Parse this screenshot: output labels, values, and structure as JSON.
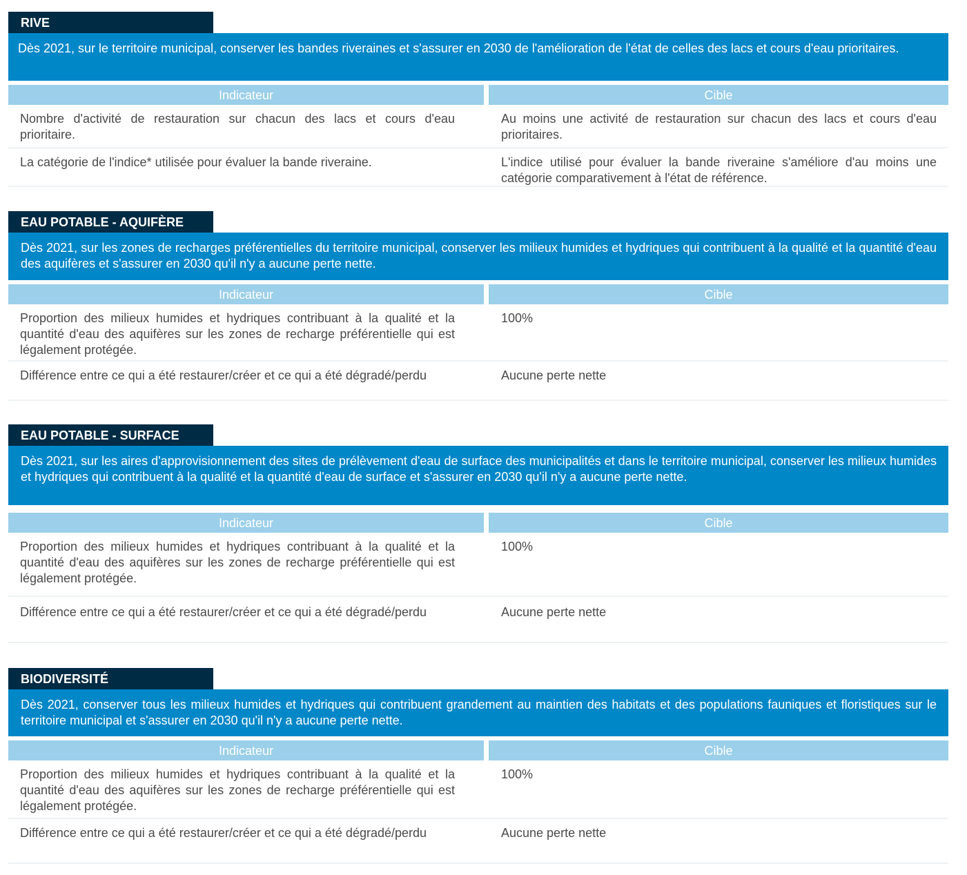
{
  "headers": {
    "indicator": "Indicateur",
    "target": "Cible"
  },
  "sections": [
    {
      "title": "RIVE",
      "objective": "Dès 2021, sur le territoire municipal, conserver les bandes riveraines et s'assurer en 2030 de l'amélioration de l'état de celles des lacs et cours d'eau prioritaires.",
      "rows": [
        {
          "indicator": "Nombre d'activité de restauration sur chacun des lacs et cours d'eau prioritaire.",
          "target": "Au moins une activité de restauration sur chacun des lacs et cours d'eau prioritaires."
        },
        {
          "indicator": "La catégorie de l'indice* utilisée pour évaluer la bande riveraine.",
          "target": "L'indice utilisé pour évaluer la bande riveraine s'améliore d'au moins une catégorie comparativement à l'état de référence."
        }
      ]
    },
    {
      "title": "EAU POTABLE - AQUIFÈRE",
      "objective": "Dès 2021, sur les zones de recharges préférentielles du territoire municipal, conserver les milieux humides et hydriques qui contribuent à la qualité et la quantité d'eau des aquifères et s'assurer en 2030 qu'il n'y a aucune perte nette.",
      "rows": [
        {
          "indicator": "Proportion des milieux humides et hydriques contribuant à la qualité et la quantité d'eau des aquifères sur les zones de recharge préférentielle qui est légalement protégée.",
          "target": "100%"
        },
        {
          "indicator": "Différence entre ce qui a été restaurer/créer et ce qui a été dégradé/perdu",
          "target": "Aucune perte nette"
        }
      ]
    },
    {
      "title": "EAU POTABLE - SURFACE",
      "objective": "Dès 2021, sur les aires d'approvisionnement des sites de prélèvement d'eau de surface des municipalités et dans le territoire municipal, conserver les milieux humides et hydriques qui contribuent à la qualité et la quantité d'eau de surface et s'assurer en 2030 qu'il n'y a aucune perte nette.",
      "rows": [
        {
          "indicator": "Proportion des milieux humides et hydriques contribuant à la qualité et la quantité d'eau des aquifères sur les zones de recharge préférentielle qui est légalement protégée.",
          "target": "100%"
        },
        {
          "indicator": "Différence entre ce qui a été restaurer/créer et ce qui a été dégradé/perdu",
          "target": "Aucune perte nette"
        }
      ]
    },
    {
      "title": "BIODIVERSITÉ",
      "objective": "Dès 2021, conserver tous les milieux humides et hydriques qui contribuent grandement au maintien des habitats et des populations fauniques et floristiques sur le territoire municipal et s'assurer en 2030 qu'il n'y a aucune perte nette.",
      "rows": [
        {
          "indicator": "Proportion des milieux humides et hydriques contribuant à la qualité et la quantité d'eau des aquifères sur les zones de recharge préférentielle qui est légalement protégée.",
          "target": "100%"
        },
        {
          "indicator": "Différence entre ce qui a été restaurer/créer et ce qui a été dégradé/perdu",
          "target": "Aucune perte nette"
        }
      ]
    }
  ]
}
